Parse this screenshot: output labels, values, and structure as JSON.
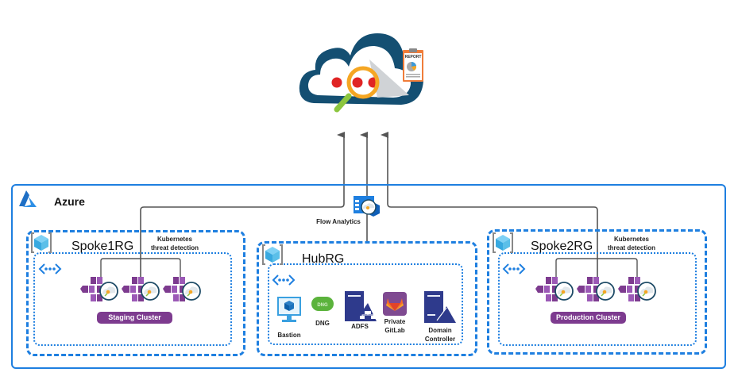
{
  "diagram": {
    "cloud_service": {
      "icon": "cloud-magnifier-report-icon",
      "report_label": "REPORT"
    },
    "azure": {
      "label": "Azure",
      "icon": "azure-logo-icon",
      "accent": "#1e7fe0"
    },
    "flow_analytics": {
      "label": "Flow Analytics",
      "icon": "flow-analytics-icon"
    },
    "resource_groups": [
      {
        "name": "Spoke1RG",
        "annotation": [
          "Kubernetes",
          "threat detection"
        ],
        "cluster_label": "Staging Cluster",
        "cluster_color": "#7d3b8f"
      },
      {
        "name": "HubRG",
        "services": [
          {
            "label": "Bastion",
            "icon": "bastion-monitor-icon"
          },
          {
            "label": "DNG",
            "icon": "dng-icon"
          },
          {
            "label": "ADFS",
            "icon": "adfs-server-icon"
          },
          {
            "label": "Private GitLab",
            "line1": "Private",
            "line2": "GitLab",
            "icon": "gitlab-icon"
          },
          {
            "label": "Domain Controller",
            "line1": "Domain",
            "line2": "Controller",
            "icon": "domain-controller-icon"
          }
        ]
      },
      {
        "name": "Spoke2RG",
        "annotation": [
          "Kubernetes",
          "threat detection"
        ],
        "cluster_label": "Production Cluster",
        "cluster_color": "#7d3b8f"
      }
    ]
  }
}
